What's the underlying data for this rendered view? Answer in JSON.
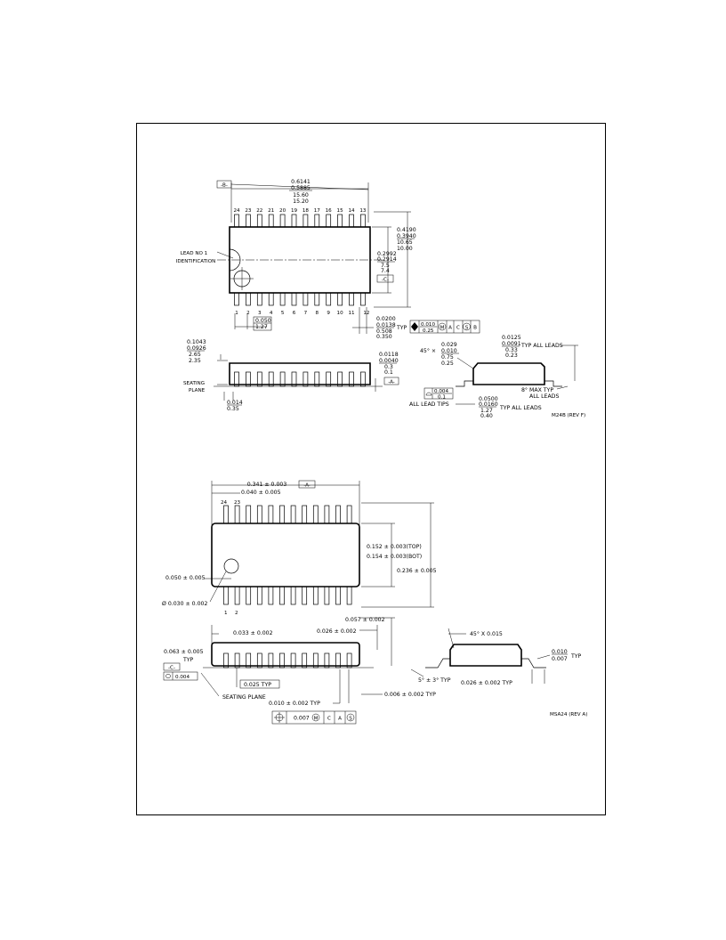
{
  "top": {
    "datum_b": "-B-",
    "length_dims": [
      "0.6141",
      "0.5885",
      "15.60",
      "15.20"
    ],
    "top_pins": [
      "24",
      "23",
      "22",
      "21",
      "20",
      "19",
      "18",
      "17",
      "16",
      "15",
      "14",
      "13"
    ],
    "bottom_pins": [
      "1",
      "2",
      "3",
      "4",
      "5",
      "6",
      "7",
      "8",
      "9",
      "10",
      "11",
      "12"
    ],
    "width_dims": [
      "0.4190",
      "0.3940",
      "10.65",
      "10.00"
    ],
    "body_dims": [
      "0.2992",
      "0.2914",
      "7.5",
      "7.4"
    ],
    "datum_c": "-C-",
    "lead1_label": [
      "LEAD NO 1",
      "IDENTIFICATION"
    ],
    "pitch_dims": [
      "0.050",
      "1.27"
    ],
    "lead_width_dims": [
      "0.0200",
      "0.0138",
      "0.508",
      "0.350"
    ],
    "typ_label": "TYP",
    "fcf": [
      "0.010",
      "0.25",
      "M",
      "A",
      "C",
      "S",
      "B"
    ],
    "height_dims": [
      "0.1043",
      "0.0926",
      "2.65",
      "2.35"
    ],
    "standoff_dims": [
      "0.0118",
      "0.0040",
      "0.3",
      "0.1"
    ],
    "seating_plane": [
      "SEATING",
      "PLANE"
    ],
    "datum_a": "-A-",
    "foot_dims": [
      "0.014",
      "0.35"
    ],
    "chamfer_label": "45° ×",
    "chamfer_dims": [
      "0.029",
      "0.010",
      "0.75",
      "0.25"
    ],
    "thickness_dims": [
      "0.0125",
      "0.0091",
      "0.33",
      "0.23"
    ],
    "typ_all_leads": "TYP ALL LEADS",
    "angle_label": [
      "8° MAX TYP",
      "ALL LEADS"
    ],
    "coplanarity": [
      "0.004",
      "0.1"
    ],
    "all_lead_tips": "ALL LEAD TIPS",
    "foot_length_dims": [
      "0.0500",
      "0.0160",
      "1.27",
      "0.40"
    ],
    "typ_all_leads_2": "TYP ALL LEADS",
    "drawing_code": "M24B (REV F)"
  },
  "bottom": {
    "length_dim": "0.341 ± 0.003",
    "datum_a": "-A-",
    "end_dim": "0.040 ± 0.005",
    "pin_labels_top": [
      "24",
      "23"
    ],
    "pin_labels_bottom": [
      "1",
      "2"
    ],
    "body_top": "0.152 ± 0.003(TOP)",
    "body_bot": "0.154 ± 0.003(BOT)",
    "overall_width": "0.236 ± 0.005",
    "dot_offset": "0.050 ± 0.005",
    "dot_dia": "Ø 0.030 ± 0.002",
    "height_dim": "0.057 ± 0.002",
    "lead_dim": "0.033 ± 0.002",
    "lead_dim2": "0.026 ± 0.002",
    "height2": [
      "0.063 ± 0.005",
      "TYP"
    ],
    "datum_c": "-C-",
    "flat": "0.004",
    "pitch": "0.025 TYP",
    "seating_plane": "SEATING PLANE",
    "lead_w": "0.010 ± 0.002 TYP",
    "standoff": "0.006 ± 0.002 TYP",
    "fcf": [
      "0.007",
      "M",
      "C",
      "A",
      "S"
    ],
    "chamfer": "45° X 0.015",
    "angle": "5° ± 3° TYP",
    "foot": "0.026 ± 0.002 TYP",
    "thick": [
      "0.010",
      "0.007"
    ],
    "thick_typ": "TYP",
    "drawing_code": "MSA24 (REV A)"
  }
}
